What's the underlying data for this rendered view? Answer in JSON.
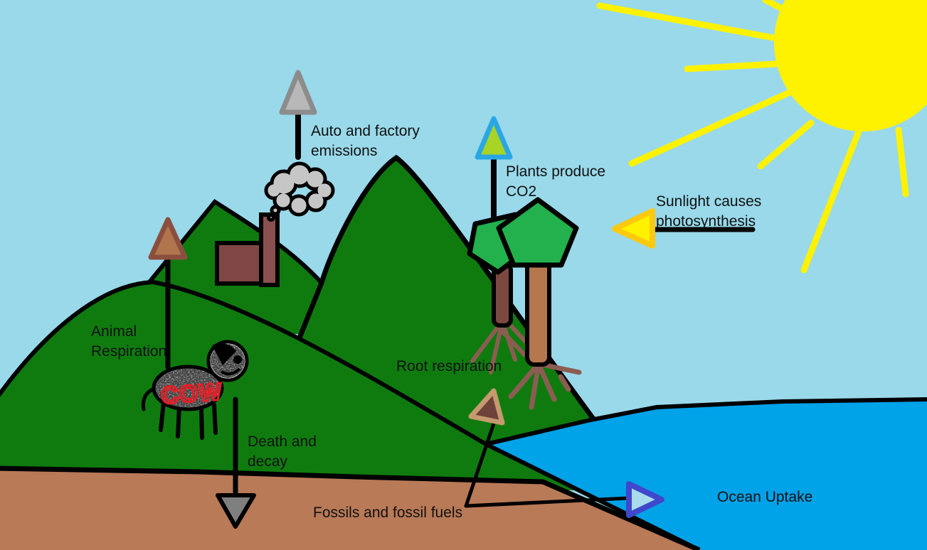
{
  "labels": {
    "auto_emissions": [
      "Auto and factory",
      "emissions"
    ],
    "plants_produce": [
      "Plants produce",
      "CO2"
    ],
    "sunlight": [
      "Sunlight causes",
      "photosynthesis"
    ],
    "animal_respiration": [
      "Animal",
      "Respiration"
    ],
    "death_decay": [
      "Death and",
      "decay"
    ],
    "root_respiration": "Root respiration",
    "fossils": "Fossils and fossil fuels",
    "ocean_uptake": "Ocean Uptake",
    "cow": "COW"
  },
  "colors": {
    "sky": "#99d9ea",
    "sun": "#fff200",
    "hill_green": "#0f7b0f",
    "canopy_green": "#22b14c",
    "ocean": "#00a2e8",
    "ground": "#b97a57",
    "building": "#804646",
    "chimney": "#8a5050",
    "trunk_left": "#7c4941",
    "trunk_right": "#b5774e",
    "roots": "#8b5d52",
    "cloud": "#c6c6c6",
    "cow_text": "#ed1c24",
    "outline": "#000000"
  },
  "arrows": {
    "auto_emissions": {
      "fill": "#b8b8b8",
      "stroke": "#8c8c8c",
      "direction": "up"
    },
    "plants_produce_co2": {
      "fill": "#a8d426",
      "stroke": "#2aa7e3",
      "direction": "up"
    },
    "sunlight": {
      "fill": "#fff200",
      "stroke": "#ffc90e",
      "direction": "left"
    },
    "animal_respiration": {
      "fill": "#b1754e",
      "stroke": "#8b4f3f",
      "direction": "up"
    },
    "death_decay": {
      "fill": "#7f7f7f",
      "stroke": "#000000",
      "direction": "down"
    },
    "root_respiration": {
      "fill": "#6e413a",
      "stroke": "#c49a6e",
      "direction": "up"
    },
    "ocean_uptake": {
      "fill": "#a8dcec",
      "stroke": "#3f48cc",
      "direction": "right"
    }
  }
}
